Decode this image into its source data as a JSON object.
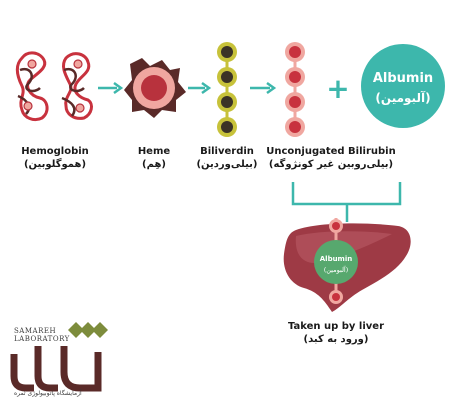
{
  "steps": [
    {
      "en": "Hemoglobin",
      "fa": "(هموگلوبین)"
    },
    {
      "en": "Heme",
      "fa": "(هِم)"
    },
    {
      "en": "Biliverdin",
      "fa": "(بیلی‌وردین)"
    },
    {
      "en": "Unconjugated Bilirubin",
      "fa": "(بیلی‌روبین غیر کونژوگه)"
    }
  ],
  "albumin": {
    "en": "Albumin",
    "fa": "(آلبومین)"
  },
  "liver_albumin": {
    "en": "Albumin",
    "fa": "(آلبومین)"
  },
  "liver": {
    "en": "Taken up by liver",
    "fa": "(ورود به کبد)"
  },
  "plus": "+",
  "logo": {
    "line1": "SAMAREH",
    "line2": "LABORATORY",
    "fa": "آزمایشگاه پاتوبیولوژی ثمره"
  },
  "colors": {
    "teal": "#3db7ac",
    "red": "#c8323e",
    "heme_red": "#b8323d",
    "olive": "#c7c23a",
    "olive_dot": "#3b3326",
    "salmon": "#f0a7a0",
    "liver": "#9e3a45",
    "liver_light": "#b2525c",
    "albumin_green": "#57a86e",
    "logo_green": "#7d8c3c",
    "logo_brown": "#5a2a28"
  }
}
